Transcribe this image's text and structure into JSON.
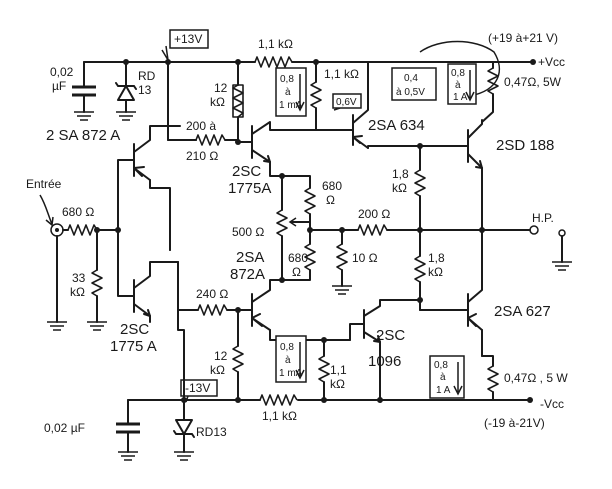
{
  "supply": {
    "pos_rail": "+Vcc",
    "pos_range": "(+19 à+21 V)",
    "neg_rail": "-Vcc",
    "neg_range": "(-19 à-21V)"
  },
  "regulators": {
    "pos_voltage": "+13V",
    "neg_voltage": "-13V",
    "cap_top": "0,02",
    "cap_top_unit": "µF",
    "cap_bottom": "0,02 µF",
    "zener_top": "RD",
    "zener_top_num": "13",
    "zener_bottom": "RD13"
  },
  "transistors": {
    "input_pnp": "2 SA 872 A",
    "input_npn_line1": "2SC",
    "input_npn_line2": "1775 A",
    "mid_npn_line1": "2SC",
    "mid_npn_line2": "1775A",
    "mid_pnp_line1": "2SA",
    "mid_pnp_line2": "872A",
    "driver_pnp": "2SA 634",
    "driver_npn_line1": "2SC",
    "driver_npn_line2": "1096",
    "output_npn": "2SD 188",
    "output_pnp": "2SA 627"
  },
  "resistors": {
    "in_series": "680 Ω",
    "in_shunt_value": "33",
    "in_shunt_unit": "kΩ",
    "bias_top": "200 à",
    "bias_top2": "210 Ω",
    "bias_bottom": "240 Ω",
    "r12k_top_value": "12",
    "r12k_top_unit": "kΩ",
    "r12k_bottom_value": "12",
    "r12k_bottom_unit": "kΩ",
    "top_rail": "1,1 kΩ",
    "top_drop": "1,1 kΩ",
    "bottom_rail": "1,1 kΩ",
    "bottom_drop_value": "1,1",
    "bottom_drop_unit": "kΩ",
    "r680_upper_value": "680",
    "r680_upper_unit": "Ω",
    "pot": "500 Ω",
    "r680_lower_value": "680",
    "r680_lower_unit": "Ω",
    "r10": "10 Ω",
    "feedback": "200 Ω",
    "r18k_a_value": "1,8",
    "r18k_a_unit": "kΩ",
    "r18k_b_value": "1,8",
    "r18k_b_unit": "kΩ",
    "emitter_top": "0,47Ω, 5W",
    "emitter_bottom": "0,47Ω , 5 W"
  },
  "annotations": {
    "input": "Entrée",
    "output": "H.P.",
    "vbe": "0,6V",
    "cur_ma_top": [
      "0,8",
      "à",
      "1 mA"
    ],
    "cur_ma_bottom": [
      "0,8",
      "à",
      "1 mA"
    ],
    "volt_box": [
      "0,4",
      "à 0,5V"
    ],
    "cur_a_top": [
      "0,8",
      "à",
      "1 A"
    ],
    "cur_a_bottom": [
      "0,8",
      "à",
      "1 A"
    ]
  }
}
